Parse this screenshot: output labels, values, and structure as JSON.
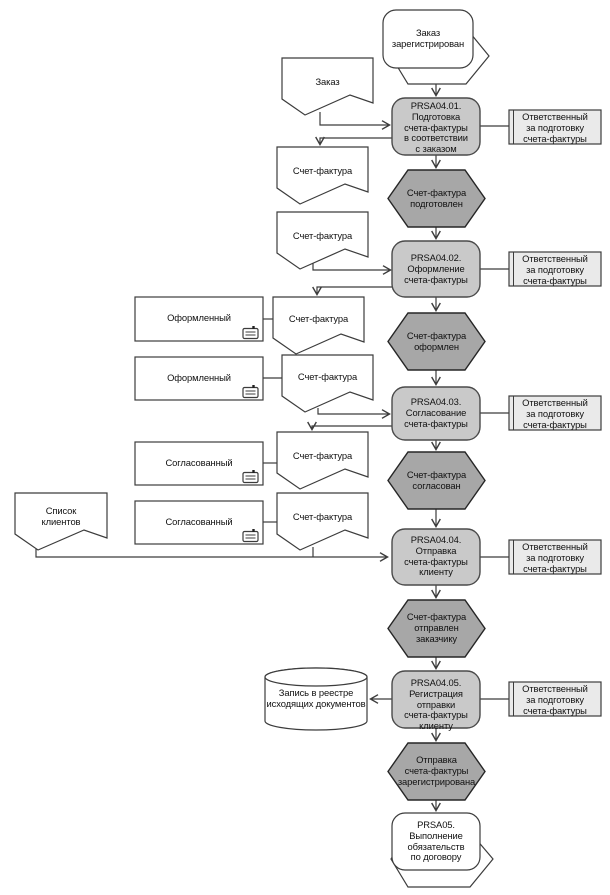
{
  "diagram_type": "business-process-flowchart",
  "colors": {
    "process_fill": "#c9c9c9",
    "event_hexagon_fill": "#a7a7a7",
    "responsible_fill": "#eaeaea",
    "document_fill": "#ffffff",
    "line": "#3c3c3c"
  },
  "nodes": {
    "event_start": "Заказ\nзарегистрирован",
    "doc_order": "Заказ",
    "invoice_doc": "Счет-фактура",
    "p1": "PRSA04.01.\nПодготовка\nсчета-фактуры\nв соответствии\nс заказом",
    "responsible": "Ответственный\nза подготовку\nсчета-фактуры",
    "h1": "Счет-фактура\nподготовлен",
    "p2": "PRSA04.02.\nОформление\nсчета-фактуры",
    "h2": "Счет-фактура\nоформлен",
    "state_formatted": "Оформленный",
    "p3": "PRSA04.03.\nСогласование\nсчета-фактуры",
    "h3": "Счет-фактура\nсогласован",
    "state_agreed": "Согласованный",
    "doc_clients": "Список\nклиентов",
    "p4": "PRSA04.04.\nОтправка\nсчета-фактуры\nклиенту",
    "h4": "Счет-фактура\nотправлен\nзаказчику",
    "db": "Запись в реестре\nисходящих документов",
    "p5": "PRSA04.05.\nРегистрация отправки\nсчета-фактуры\nклиенту",
    "h5": "Отправка\nсчета-фактуры\nзарегистрирована",
    "event_end": "PRSA05.\nВыполнение\nобязательств\nпо договору"
  }
}
